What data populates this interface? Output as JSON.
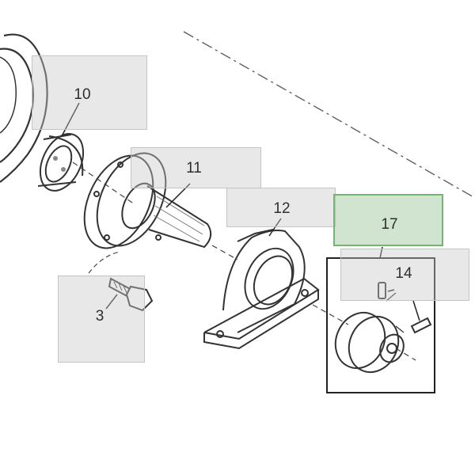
{
  "callouts": [
    {
      "id": "10",
      "label": "10",
      "highlighted": false
    },
    {
      "id": "11",
      "label": "11",
      "highlighted": false
    },
    {
      "id": "12",
      "label": "12",
      "highlighted": false
    },
    {
      "id": "17",
      "label": "17",
      "highlighted": true
    },
    {
      "id": "14",
      "label": "14",
      "highlighted": false
    },
    {
      "id": "3",
      "label": "3",
      "highlighted": false
    }
  ],
  "colors": {
    "line": "#3a3a3a",
    "callout_fill": "#d8d8d8",
    "highlight_fill": "#b9d7b9",
    "highlight_border": "#73b673"
  }
}
